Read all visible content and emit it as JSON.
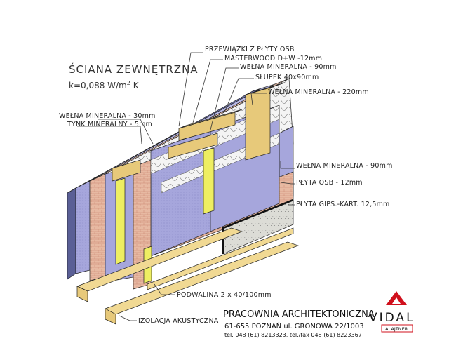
{
  "title": "ŚCIANA ZEWNĘTRZNA",
  "k_value": "k=0,088  W/m",
  "k_exp": "2",
  "k_unit": " K",
  "labels": {
    "przewiazki": "PRZEWIĄZKI Z PŁYTY OSB",
    "masterwood": "MASTERWOOD D+W  -12mm",
    "welna90_top": "WEŁNA MINERALNA  -  90mm",
    "slupek": "SŁUPEK  40x90mm",
    "welna220": "WEŁNA MINERALNA  -  220mm",
    "welna30": "WEŁNA MINERALNA  -  30mm",
    "tynk": "TYNK  MINERALNY  -  5mm",
    "welna90_right": "WEŁNA MINERALNA  -  90mm",
    "plyta_osb": "PŁYTA  OSB  -  12mm",
    "plyta_gips": "PŁYTA  GIPS.-KART.  12,5mm",
    "podwalina": "PODWALINA  2  x  40/100mm",
    "izolacja": "IZOLACJA  AKUSTYCZNA"
  },
  "footer": {
    "office": "PRACOWNIA ARCHITEKTONICZNA",
    "address": "61-655 POZNAŃ ul. GRONOWA 22/1003",
    "phone": "tel. 048 (61) 8213323, tel./fax 048 (61) 8223367"
  },
  "logo": {
    "brand": "VIDAL",
    "author": "A. AJTNER",
    "color": "#d0101c"
  },
  "colors": {
    "plaster": "#5a5f96",
    "insulation_blue": "#a6a6dc",
    "brick": "#e7b9a2",
    "timber": "#e7c97a",
    "stud_yellow": "#eeee62",
    "gypsum": "#dcdcd6"
  }
}
